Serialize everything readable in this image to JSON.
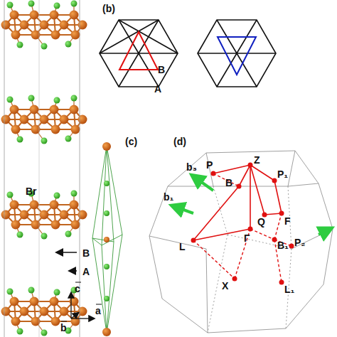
{
  "diagram": {
    "labels": [
      "Br",
      "B",
      "A",
      "c",
      "a",
      "b",
      "(b)",
      "B",
      "A",
      "(c)",
      "(d)",
      "P",
      "Z",
      "B",
      "P₁",
      "b₃",
      "Q",
      "F",
      "b₁",
      "L",
      "Γ",
      "B₁",
      "P₂",
      "X",
      "L₁"
    ]
  }
}
